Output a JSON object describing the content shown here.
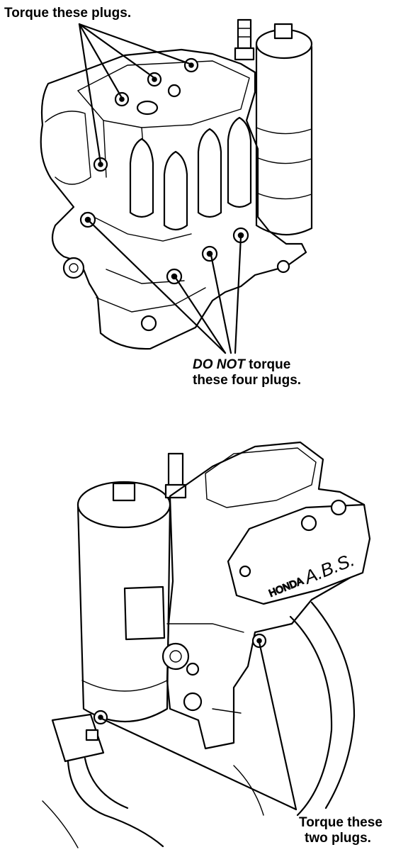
{
  "callouts": {
    "top_torque": "Torque these plugs.",
    "do_not_emphasis": "DO NOT",
    "do_not_rest": " torque",
    "do_not_line2": "these four plugs.",
    "bottom_torque_line1": "Torque these",
    "bottom_torque_line2": "two plugs."
  },
  "unit_marking": {
    "brand": "HONDA",
    "system": "A.B.S."
  },
  "colors": {
    "ink": "#000000",
    "paper": "#ffffff"
  }
}
